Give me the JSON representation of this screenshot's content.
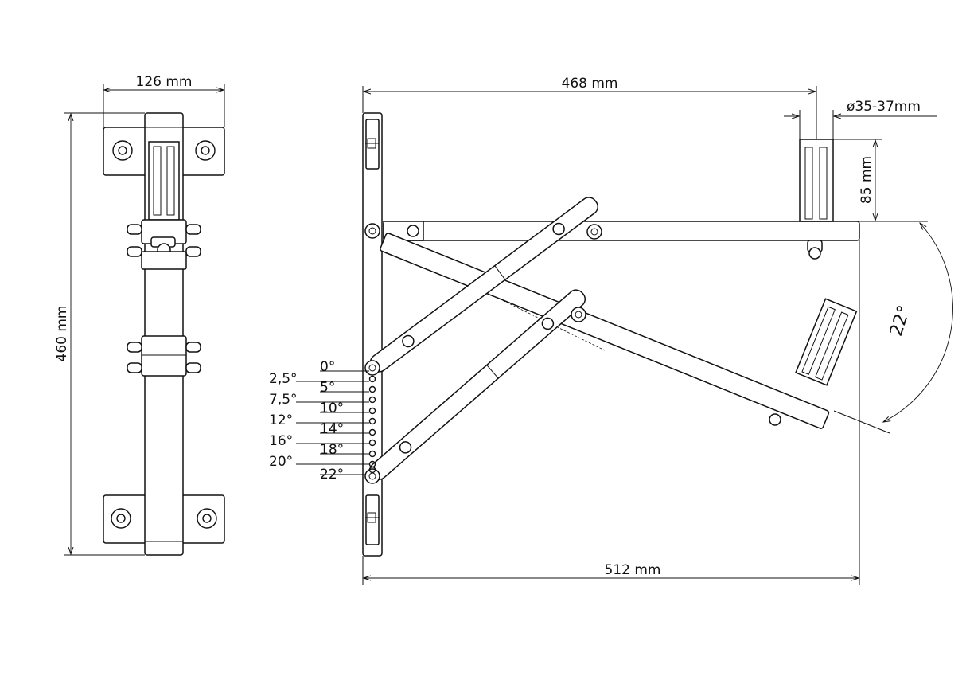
{
  "dimensions": {
    "width_front": "126 mm",
    "height_front": "460 mm",
    "depth_side": "468 mm",
    "depth_side_extended": "512 mm",
    "clamp_height": "85 mm",
    "pipe_diameter": "ø35-37mm",
    "tilt_angle": "22°"
  },
  "tilt_positions": {
    "left": [
      "2,5°",
      "7,5°",
      "12°",
      "16°",
      "20°"
    ],
    "right": [
      "0°",
      "5°",
      "10°",
      "14°",
      "18°",
      "22°"
    ]
  }
}
